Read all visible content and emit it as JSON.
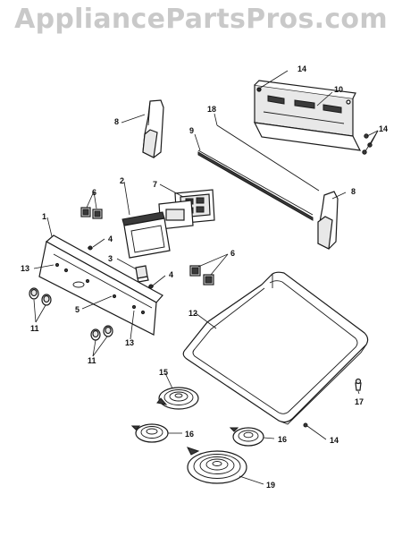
{
  "watermark": "AppliancePartsPros.com",
  "callouts": {
    "c1": "1",
    "c2": "2",
    "c3": "3",
    "c4a": "4",
    "c4b": "4",
    "c5": "5",
    "c6a": "6",
    "c6b": "6",
    "c7": "7",
    "c8a": "8",
    "c8b": "8",
    "c9": "9",
    "c10": "10",
    "c11a": "11",
    "c11b": "11",
    "c12": "12",
    "c13a": "13",
    "c13b": "13",
    "c14a": "14",
    "c14b": "14",
    "c14c": "14",
    "c15": "15",
    "c16a": "16",
    "c16b": "16",
    "c17": "17",
    "c18": "18",
    "c19": "19"
  }
}
